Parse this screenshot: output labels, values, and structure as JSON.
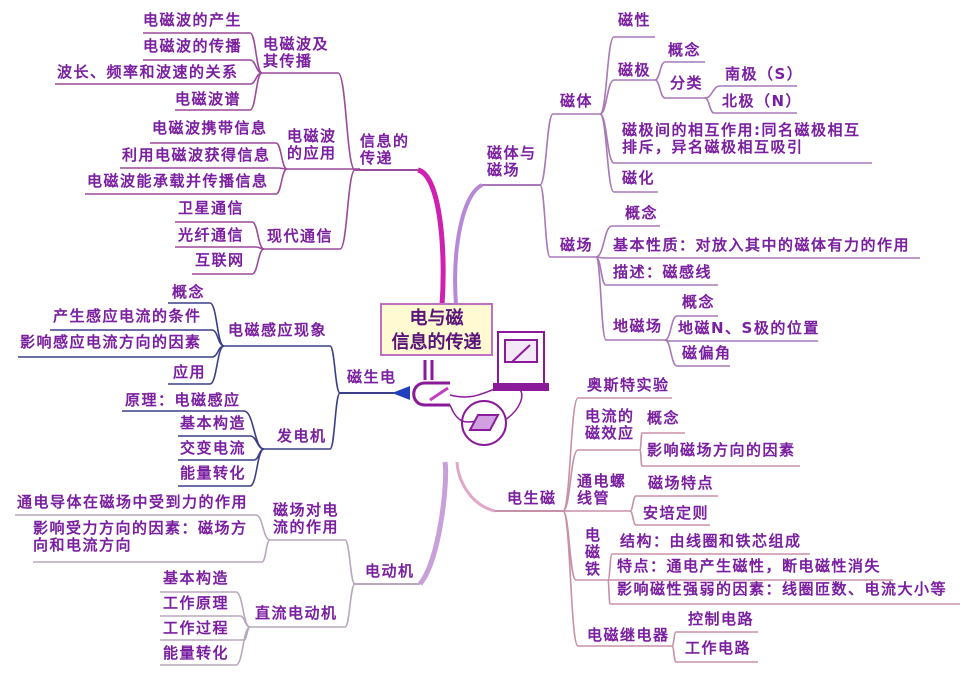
{
  "center": {
    "line1": "电与磁",
    "line2": "信息的传递"
  },
  "info": {
    "label": "信息的\n传递",
    "em": {
      "label": "电磁波及\n其传播",
      "items": [
        "电磁波的产生",
        "电磁波的传播",
        "波长、频率和波速的关系",
        "电磁波谱"
      ]
    },
    "app": {
      "label": "电磁波\n的应用",
      "items": [
        "电磁波携带信息",
        "利用电磁波获得信息",
        "电磁波能承载并传播信息"
      ]
    },
    "modern": {
      "label": "现代通信",
      "items": [
        "卫星通信",
        "光纤通信",
        "互联网"
      ]
    }
  },
  "magnet": {
    "label": "磁体与\n磁场",
    "body": {
      "label": "磁体",
      "magnetism": "磁性",
      "pole": {
        "label": "磁极",
        "concept": "概念",
        "classify": {
          "label": "分类",
          "items": [
            "南极（S）",
            "北极（N）"
          ]
        }
      },
      "interaction": "磁极间的相互作用:同名磁极相互\n排斥，异名磁极相互吸引",
      "magnetize": "磁化"
    },
    "field": {
      "label": "磁场",
      "items": [
        "概念",
        "基本性质：对放入其中的磁体有力的作用",
        "描述：磁感线"
      ],
      "earth": {
        "label": "地磁场",
        "items": [
          "概念",
          "地磁N、S极的位置",
          "磁偏角"
        ]
      }
    }
  },
  "mag2elec": {
    "label": "磁生电",
    "induction": {
      "label": "电磁感应现象",
      "items": [
        "概念",
        "产生感应电流的条件",
        "影响感应电流方向的因素",
        "应用"
      ]
    },
    "generator": {
      "label": "发电机",
      "items": [
        "原理：电磁感应",
        "基本构造",
        "交变电流",
        "能量转化"
      ]
    }
  },
  "motor": {
    "label": "电动机",
    "force": {
      "label": "磁场对电\n流的作用",
      "items": [
        "通电导体在磁场中受到力的作用",
        "影响受力方向的因素：磁场方\n向和电流方向"
      ]
    },
    "dc": {
      "label": "直流电动机",
      "items": [
        "基本构造",
        "工作原理",
        "工作过程",
        "能量转化"
      ]
    }
  },
  "elec2mag": {
    "label": "电生磁",
    "oersted": "奥斯特实验",
    "effect": {
      "label": "电流的\n磁效应",
      "items": [
        "概念",
        "影响磁场方向的因素"
      ]
    },
    "solenoid": {
      "label": "通电螺\n线管",
      "items": [
        "磁场特点",
        "安培定则"
      ]
    },
    "electromagnet": {
      "label": "电\n磁\n铁",
      "items": [
        "结构：由线圈和铁芯组成",
        "特点：通电产生磁性，断电磁性消失",
        "影响磁性强弱的因素：线圈匝数、电流大小等"
      ]
    },
    "relay": {
      "label": "电磁继电器",
      "items": [
        "控制电路",
        "工作电路"
      ]
    }
  },
  "colors": {
    "text": "#7a1fa0",
    "info": "#9b4a9b",
    "magnet": "#a878b8",
    "mag2elec": "#3b3f8a",
    "motor": "#b8a8bc",
    "elec2mag": "#c890a8"
  }
}
